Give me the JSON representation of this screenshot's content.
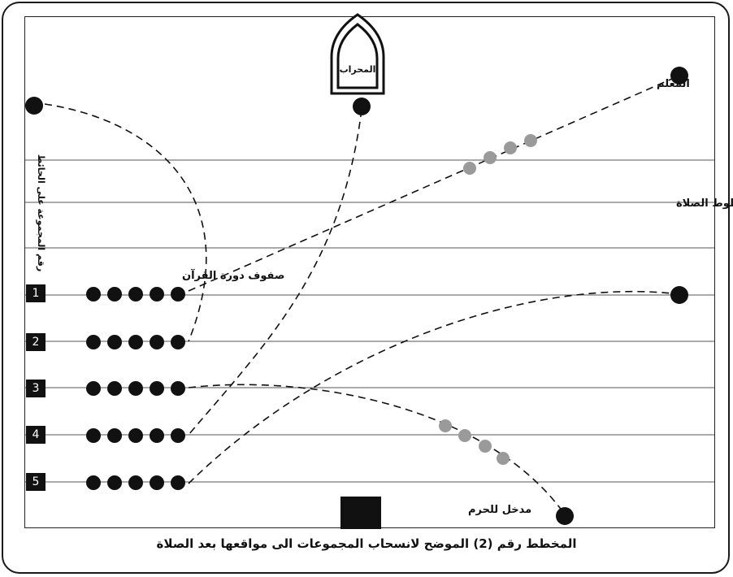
{
  "labels": {
    "mihrab": "المحراب",
    "teacher": "المعلم",
    "prayer_lines": "خطوط الصلاة",
    "quran_rows": "صفوف دورة القرآن",
    "wall_group_number": "رقم المجموعة على الحائط",
    "haram_entrance": "مدخل للحرم",
    "caption": "المخطط رقم (2) الموضح لانسحاب المجموعات الى مواقعها بعد الصلاة"
  },
  "groups": [
    {
      "number": "1"
    },
    {
      "number": "2"
    },
    {
      "number": "3"
    },
    {
      "number": "4"
    },
    {
      "number": "5"
    }
  ],
  "colors": {
    "ink": "#111111",
    "gray_dot": "#9a9a9a",
    "line": "#555555"
  }
}
